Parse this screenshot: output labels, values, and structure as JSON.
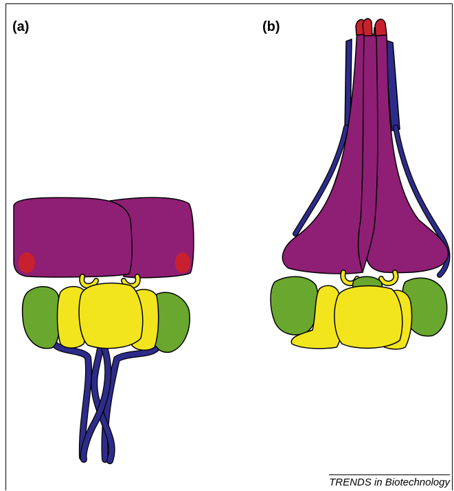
{
  "figure": {
    "panel_a_label": "(a)",
    "panel_b_label": "(b)",
    "credit": "TRENDS in Biotechnology"
  },
  "colors": {
    "magenta_domain": "#8E1F74",
    "red_tip": "#C8202E",
    "yellow_domain": "#F2E51E",
    "green_domain": "#6AA72E",
    "blue_strand": "#2E2C8A",
    "outline": "#000000"
  }
}
